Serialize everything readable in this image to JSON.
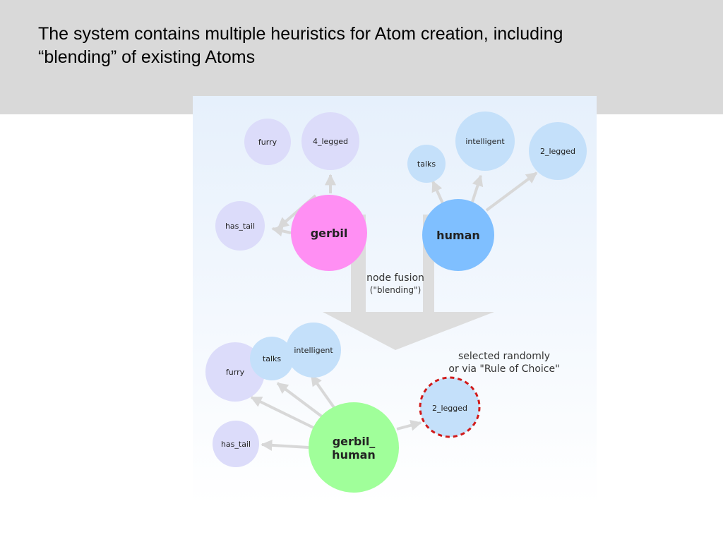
{
  "slide": {
    "title_line1": "The system contains multiple heuristics for Atom creation, including",
    "title_line2": "“blending” of existing Atoms"
  },
  "colors": {
    "header_band": "#d9d9d9",
    "gerbil": "#ff8ff3",
    "human": "#7fbfff",
    "gerbil_attribute": "#dcdcfa",
    "human_attribute": "#c4e0fa",
    "blend": "#a0ff9a",
    "selection_ring": "#d11a1a",
    "arrow": "#d8d8d8"
  },
  "diagram": {
    "top": {
      "gerbil": {
        "label": "gerbil",
        "attributes": [
          "furry",
          "4_legged",
          "has_tail"
        ]
      },
      "human": {
        "label": "human",
        "attributes": [
          "talks",
          "intelligent",
          "2_legged"
        ]
      }
    },
    "fusion": {
      "line1": "node fusion",
      "line2": "(\"blending\")"
    },
    "bottom": {
      "blend_line1": "gerbil_",
      "blend_line2": "human",
      "attributes": [
        "furry",
        "talks",
        "intelligent",
        "has_tail"
      ],
      "selected": "2_legged",
      "note_line1": "selected randomly",
      "note_line2": "or via \"Rule of Choice\""
    }
  }
}
